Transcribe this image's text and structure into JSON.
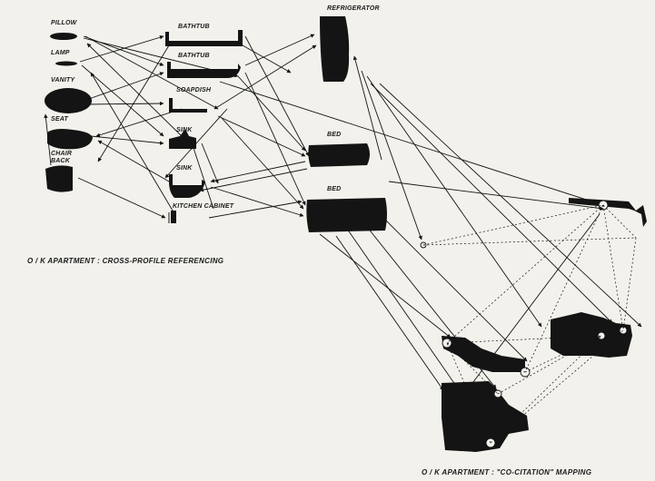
{
  "labels": {
    "pillow": "PILLOW",
    "lamp": "LAMP",
    "vanity": "VANITY",
    "seat": "SEAT",
    "chair_back": "CHAIR\nBACK",
    "bathtub_1": "BATHTUB",
    "bathtub_2": "BATHTUB",
    "soapdish": "SOAPDISH",
    "sink_1": "SINK",
    "sink_2": "SINK",
    "kitchen_cabinet": "KITCHEN CABINET",
    "refrigerator": "REFRIGERATOR",
    "bed_1": "BED",
    "bed_2": "BED"
  },
  "captions": {
    "cross_profile": "O / K  APARTMENT :  CROSS-PROFILE REFERENCING",
    "co_citation": "O / K  APARTMENT :  \"CO-CITATION\" MAPPING"
  },
  "colors": {
    "ink": "#141414",
    "background": "#f2f1ec"
  }
}
